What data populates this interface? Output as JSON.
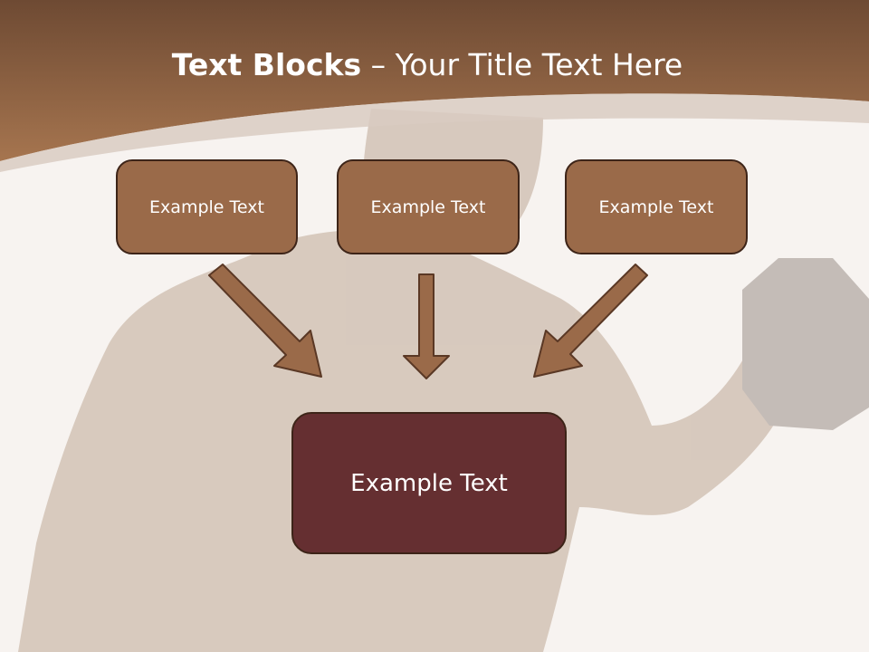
{
  "title": {
    "bold": "Text Blocks",
    "dash": " – ",
    "rest": "Your Title Text Here"
  },
  "boxes": [
    {
      "label": "Example Text"
    },
    {
      "label": "Example Text"
    },
    {
      "label": "Example Text"
    }
  ],
  "main_box": {
    "label": "Example Text"
  },
  "colors": {
    "header": "#8f5e40",
    "box": "#9a6a49",
    "main_box": "#652f31",
    "arrow": "#9a6a49",
    "background": "#f7f3f0"
  }
}
